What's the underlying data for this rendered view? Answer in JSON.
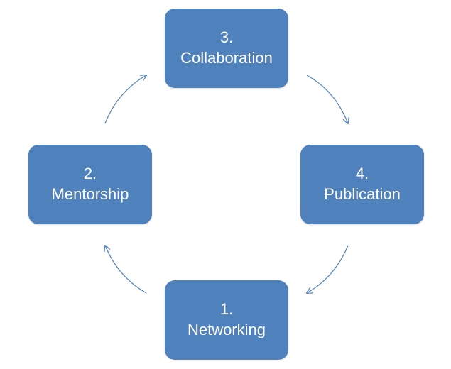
{
  "diagram": {
    "colors": {
      "node_fill": "#4f81bd",
      "node_text": "#ffffff",
      "arrow": "#4f81bd"
    },
    "nodes": [
      {
        "number": "1.",
        "label": "Networking"
      },
      {
        "number": "2.",
        "label": "Mentorship"
      },
      {
        "number": "3.",
        "label": "Collaboration"
      },
      {
        "number": "4.",
        "label": "Publication"
      }
    ],
    "cycle_direction": "clockwise"
  }
}
